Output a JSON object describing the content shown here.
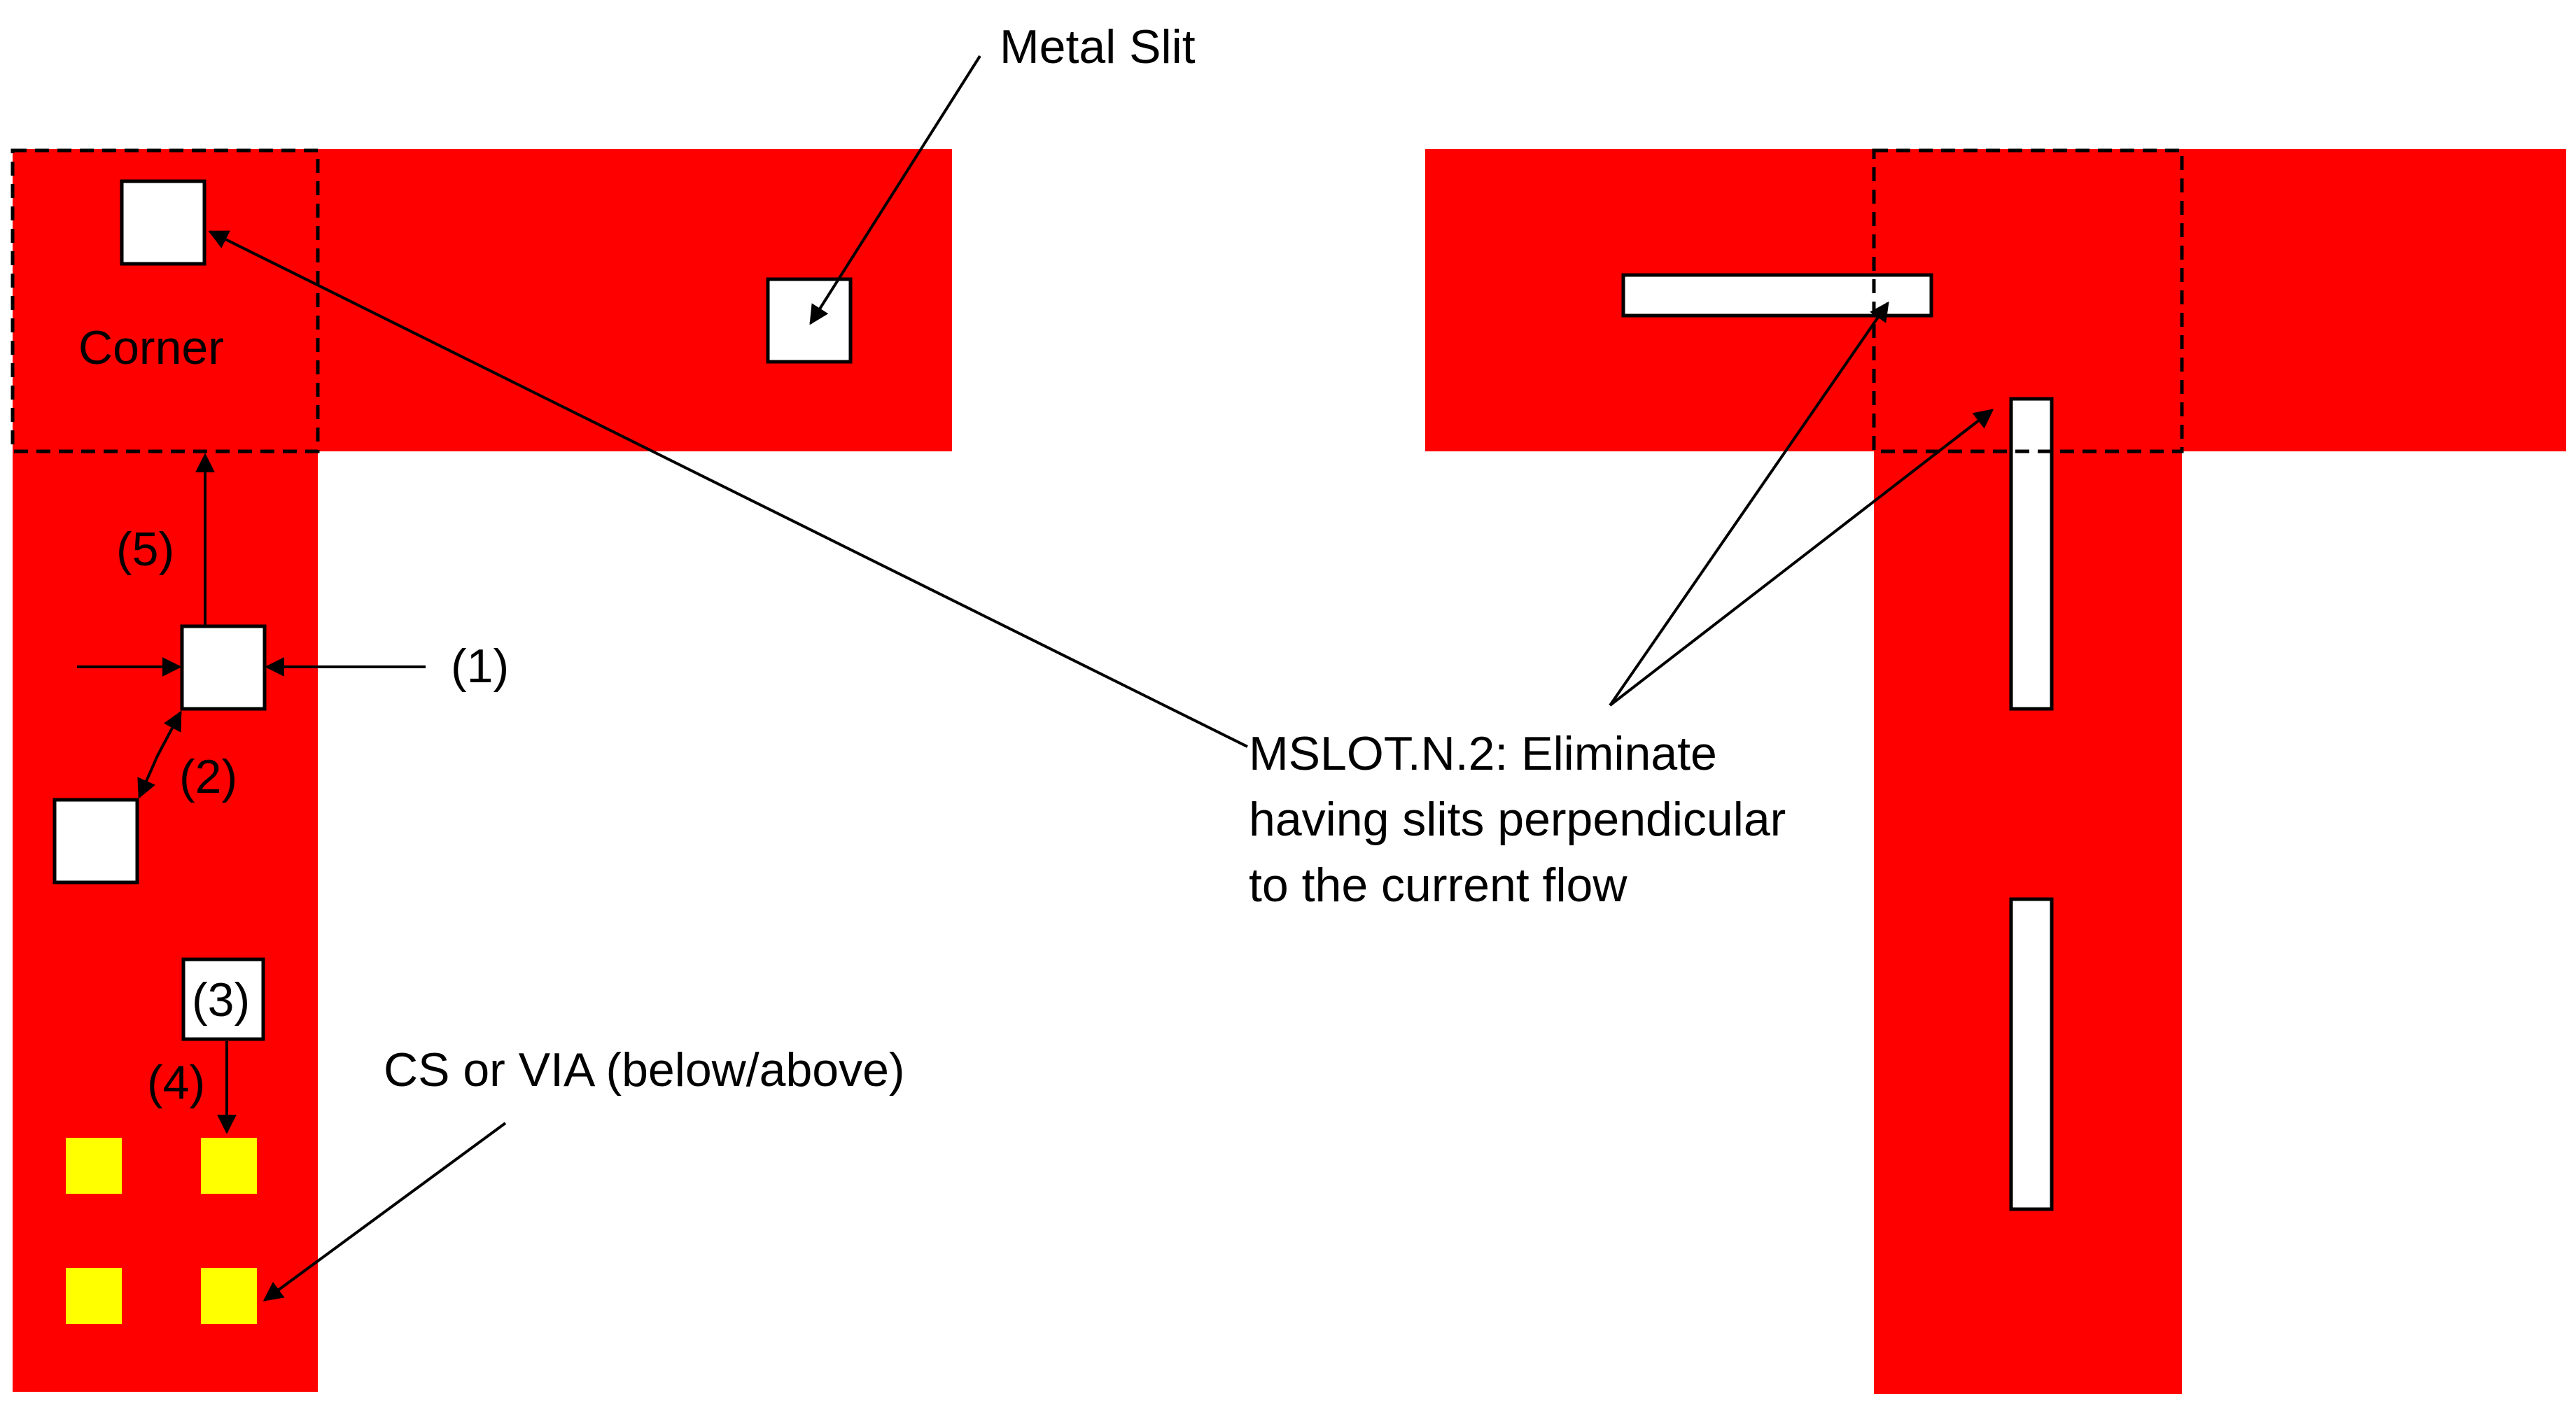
{
  "labels": {
    "metal_slit": "Metal Slit",
    "corner": "Corner",
    "n1": "(1)",
    "n2": "(2)",
    "n3": "(3)",
    "n4": "(4)",
    "n5": "(5)",
    "cs_via": "CS or VIA (below/above)",
    "rule_line1": "MSLOT.N.2: Eliminate",
    "rule_line2": "having slits perpendicular",
    "rule_line3": "to the current flow"
  },
  "colors": {
    "metal": "#ff0000",
    "via": "#ffff00",
    "slit": "#ffffff",
    "outline": "#000000",
    "background": "#ffffff"
  }
}
